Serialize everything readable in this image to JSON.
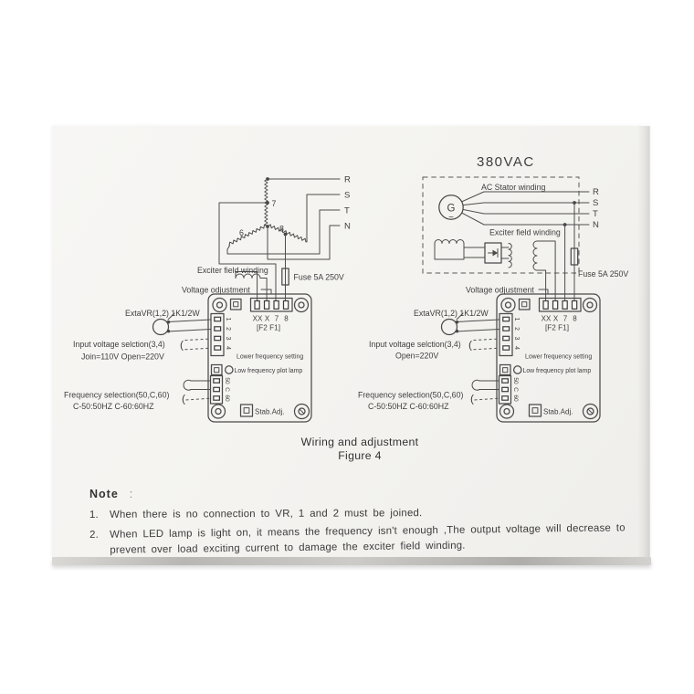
{
  "shared": {
    "phases": [
      "R",
      "S",
      "T",
      "N"
    ],
    "tap6": "6",
    "tap7": "7",
    "tap8": "8",
    "exciter_label": "Exciter field winding",
    "fuse_label": "Fuse 5A 250V",
    "voltage_adj_label": "Voltage odjustment",
    "extavr_label": "ExtaVR(1,2) 1K1/2W",
    "input_sel_label": "Input voltage selction(3,4)",
    "freq_sel_label": "Frequency selection(50,C,60)",
    "freq_values": "C-50:50HZ  C-60:60HZ",
    "brace": "("
  },
  "left_diagram": {
    "input_values": "Join=110V  Open=220V"
  },
  "right_diagram": {
    "title": "380VAC",
    "stator_label": "AC  Stator winding",
    "generator_letter": "G",
    "generator_tilde": "~",
    "input_values": "Open=220V"
  },
  "avr_board": {
    "top_terminals": [
      "XX",
      "X",
      "7",
      "8"
    ],
    "f_labels": "[F2 F1]",
    "side_terminals": [
      "1",
      "2",
      "3",
      "4"
    ],
    "freq_terminals": [
      "50",
      "C",
      "60"
    ],
    "lower_freq_label": "Lower frequency setting",
    "lamp_label": "Low frequency plot lamp",
    "stab_label": "Stab.Adj."
  },
  "caption": {
    "line1": "Wiring and adjustment",
    "line2": "Figure 4"
  },
  "note": {
    "heading": "Note",
    "colon": ":",
    "item1_num": "1.",
    "item1": "When there is no connection to VR, 1 and 2 must be joined.",
    "item2_num": "2.",
    "item2": "When LED lamp is light on, it means the frequency isn't enough ,The output voltage will decrease to prevent over load exciting current to damage the exciter field winding."
  }
}
